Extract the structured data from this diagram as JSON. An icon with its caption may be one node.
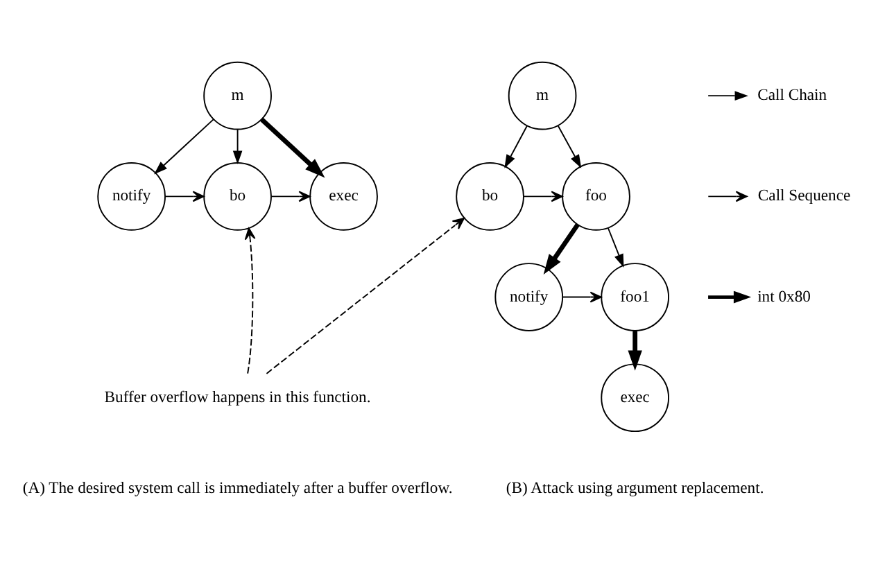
{
  "diagram": {
    "nodes": [
      {
        "text": [
          "m"
        ]
      },
      {
        "text": [
          "notify"
        ]
      },
      {
        "text": [
          "bo"
        ]
      },
      {
        "text": [
          "exec"
        ]
      },
      {
        "text": [
          "Buffer overflow happens in this function."
        ]
      },
      {
        "text": [
          "m"
        ]
      },
      {
        "text": [
          "bo"
        ]
      },
      {
        "text": [
          "foo"
        ]
      },
      {
        "text": [
          "notify"
        ]
      },
      {
        "text": [
          "foo1"
        ]
      },
      {
        "text": [
          "exec"
        ]
      }
    ],
    "edges": [
      {
        "from": 0,
        "to": 1,
        "arrow": "to"
      },
      {
        "from": 0,
        "to": 2,
        "arrow": "to"
      },
      {
        "from": 0,
        "to": 3,
        "arrow": "to",
        "style": "thick"
      },
      {
        "from": 1,
        "to": 2,
        "arrow": "to"
      },
      {
        "from": 2,
        "to": 3,
        "arrow": "to"
      },
      {
        "from": 4,
        "to": 2,
        "arrow": "to",
        "style": "dashed"
      },
      {
        "from": 4,
        "to": 6,
        "arrow": "to",
        "style": "dashed"
      },
      {
        "from": 5,
        "to": 6,
        "arrow": "to"
      },
      {
        "from": 5,
        "to": 7,
        "arrow": "to"
      },
      {
        "from": 6,
        "to": 7,
        "arrow": "to"
      },
      {
        "from": 7,
        "to": 8,
        "arrow": "to",
        "style": "thick"
      },
      {
        "from": 7,
        "to": 9,
        "arrow": "to"
      },
      {
        "from": 8,
        "to": 9,
        "arrow": "to"
      },
      {
        "from": 9,
        "to": 10,
        "arrow": "to",
        "style": "thick"
      }
    ],
    "labels": [
      "(A) The desired system call is immediately after a buffer overflow.",
      "(B) Attack using argument replacement."
    ],
    "legend": [
      {
        "text": "Call Chain"
      },
      {
        "text": "Call Sequence"
      },
      {
        "text": "int 0x80"
      }
    ]
  }
}
